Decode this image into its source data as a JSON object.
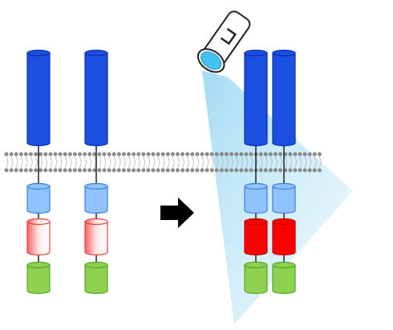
{
  "figure": {
    "background": "#ffffff",
    "panels": [
      "before-illumination",
      "after-illumination"
    ],
    "arrow_direction": "right"
  },
  "colors": {
    "receptor_blue": "#1a4fe0",
    "receptor_blue_dark": "#0a2fb0",
    "domain_light_blue": "#8fc2ff",
    "domain_light_blue_edge": "#3a7fe0",
    "domain_red_active": "#ff0000",
    "domain_red_inactive_edge": "#e04040",
    "domain_green": "#8fd14f",
    "domain_green_edge": "#4ea82a",
    "membrane_dot": "#8a8a8a",
    "light_beam": "#bfe6f7",
    "flashlight_lens": "#44c3f2",
    "arrow": "#000000"
  },
  "icons": [
    "flashlight-icon",
    "arrow-right-icon"
  ],
  "states": {
    "left": {
      "receptors": 2,
      "clustered": false,
      "red_domain": "inactive"
    },
    "right": {
      "receptors": 2,
      "clustered": true,
      "red_domain": "active"
    }
  }
}
